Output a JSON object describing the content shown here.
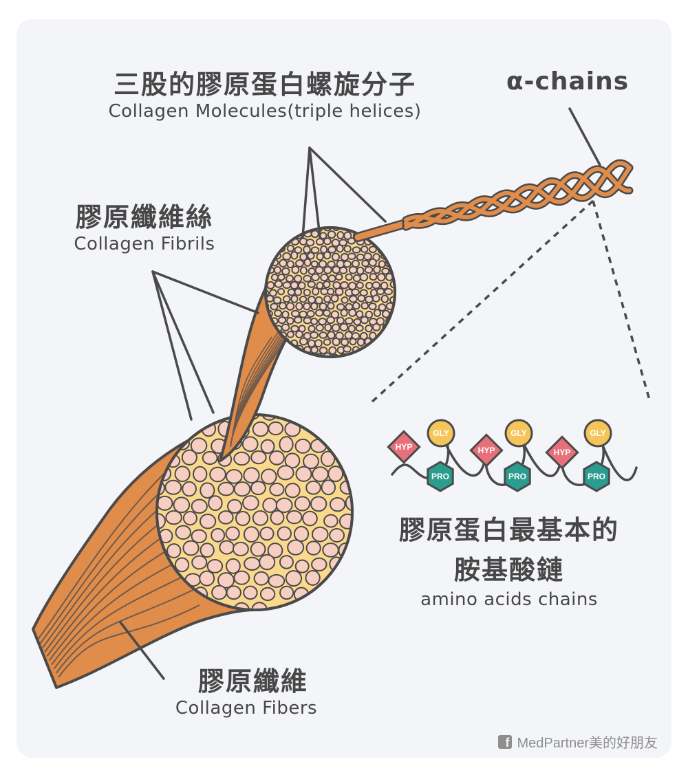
{
  "labels": {
    "molecules_zh": "三股的膠原蛋白螺旋分子",
    "molecules_en": "Collagen Molecules(triple helices)",
    "alpha_chains": "α-chains",
    "fibrils_zh": "膠原纖維絲",
    "fibrils_en": "Collagen Fibrils",
    "fibers_zh": "膠原纖維",
    "fibers_en": "Collagen Fibers",
    "amino_zh_line1": "膠原蛋白最基本的",
    "amino_zh_line2": "胺基酸鏈",
    "amino_en": "amino acids chains"
  },
  "amino_acids": {
    "gly": "GLY",
    "hyp": "HYP",
    "pro": "PRO"
  },
  "credit": {
    "facebook_icon": "facebook-icon",
    "text": "MedPartner美的好朋友"
  },
  "colors": {
    "background": "#f4f5f9",
    "outline": "#4a4a4a",
    "fiber_orange": "#e08c4b",
    "cross_section": "#fbd98c",
    "fibril_dot": "#f7cfc2",
    "gly": "#f5c55a",
    "hyp": "#e8707a",
    "pro": "#2a9d8f",
    "text": "#474747"
  }
}
